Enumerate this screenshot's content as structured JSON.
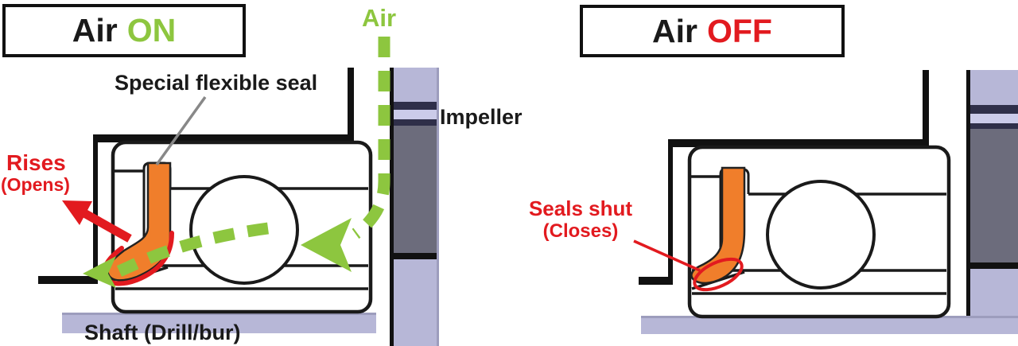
{
  "left_panel": {
    "title": {
      "word1": "Air",
      "word2": "ON"
    },
    "labels": {
      "special_seal": "Special flexible seal",
      "rises": "Rises",
      "opens": "(Opens)",
      "air_flow": "Air",
      "impeller": "Impeller",
      "shaft": "Shaft (Drill/bur)"
    }
  },
  "right_panel": {
    "title": {
      "word1": "Air",
      "word2": "OFF"
    },
    "labels": {
      "seals_shut": "Seals shut",
      "closes": "(Closes)"
    }
  },
  "colors": {
    "air_green": "#8dc63f",
    "alert_red": "#e21a1f",
    "seal_orange": "#f07e2b",
    "shaft_lavender": "#b7b7d7",
    "impeller_light": "#cbcbe9",
    "impeller_navy": "#2f2f49",
    "impeller_grey": "#6c6c7c",
    "line_black": "#1a1a1a"
  }
}
